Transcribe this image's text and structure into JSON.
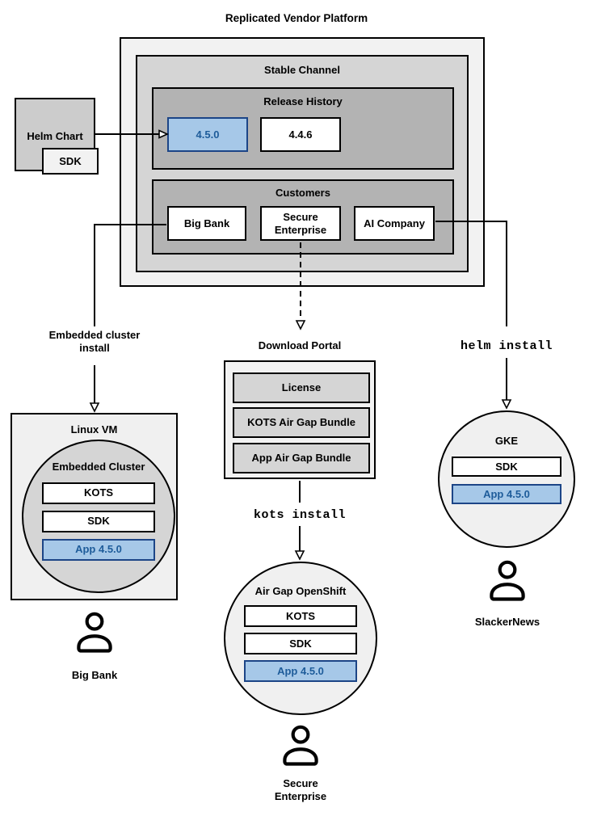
{
  "diagram_title": "Replicated Vendor Platform",
  "platform": {
    "stable_channel_label": "Stable Channel",
    "release_history": {
      "label": "Release History",
      "releases": [
        "4.5.0",
        "4.4.6"
      ],
      "highlighted_release": "4.5.0"
    },
    "customers": {
      "label": "Customers",
      "items": [
        "Big Bank",
        "Secure\nEnterprise",
        "AI Company"
      ]
    }
  },
  "helm_chart": {
    "label": "Helm Chart",
    "sdk_label": "SDK"
  },
  "left_flow": {
    "install_label": "Embedded cluster\ninstall",
    "vm_label": "Linux VM",
    "cluster_label": "Embedded Cluster",
    "components": [
      "KOTS",
      "SDK",
      "App 4.5.0"
    ],
    "persona_label": "Big Bank"
  },
  "middle_flow": {
    "portal_label": "Download Portal",
    "portal_items": [
      "License",
      "KOTS Air Gap Bundle",
      "App Air Gap Bundle"
    ],
    "command_label": "kots install",
    "cluster_label": "Air Gap OpenShift",
    "components": [
      "KOTS",
      "SDK",
      "App 4.5.0"
    ],
    "persona_label": "Secure\nEnterprise"
  },
  "right_flow": {
    "command_label": "helm install",
    "cluster_label": "GKE",
    "components": [
      "SDK",
      "App 4.5.0"
    ],
    "persona_label": "SlackerNews"
  },
  "colors": {
    "highlight_fill": "#a6c8e8",
    "highlight_border": "#1c4587",
    "highlight_text": "#1e5c9a"
  }
}
